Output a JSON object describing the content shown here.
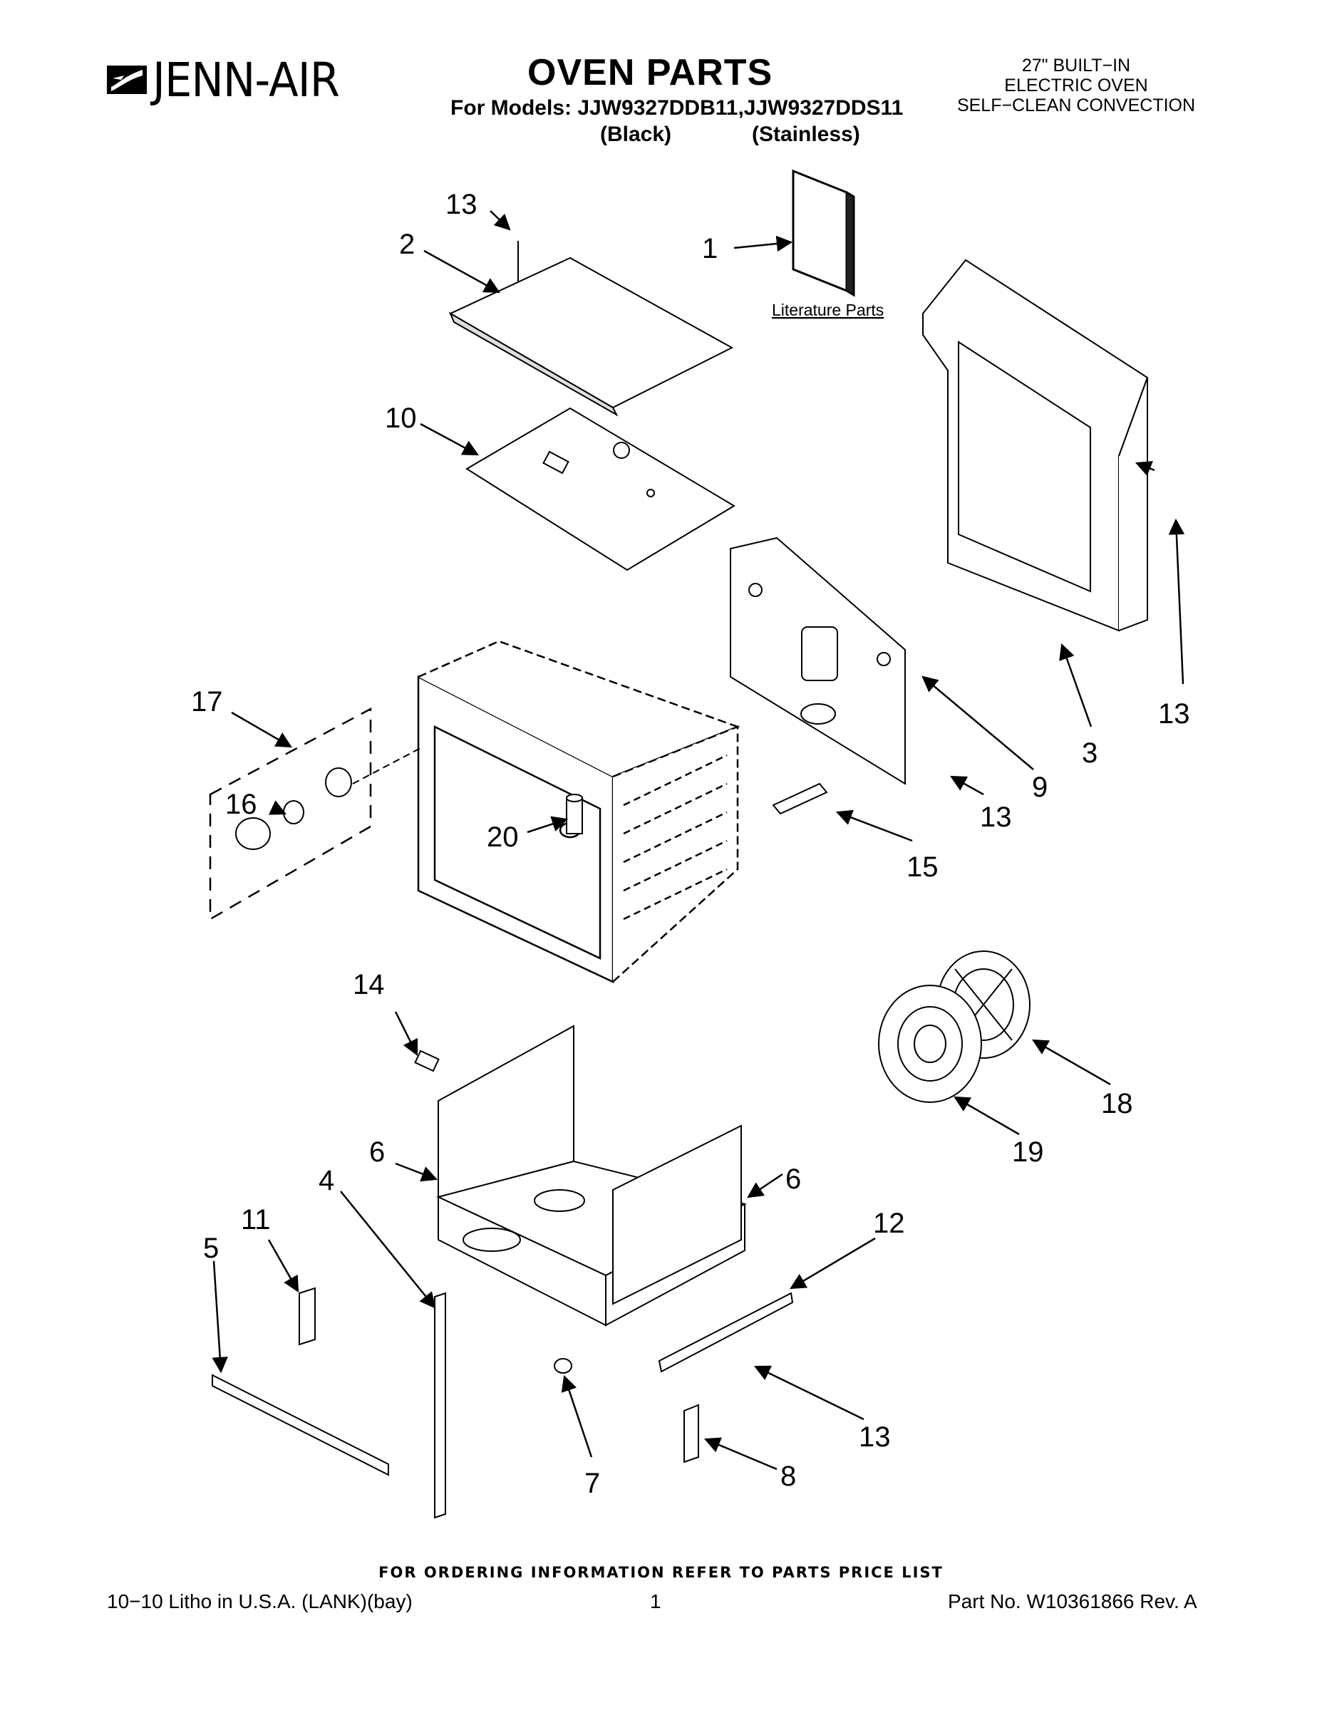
{
  "header": {
    "brand": "JENN-AIR",
    "title": "OVEN PARTS",
    "models_line": "For Models: JJW9327DDB11,JJW9327DDS11",
    "variant_black": "(Black)",
    "variant_stainless": "(Stainless)",
    "product_lines": [
      "27\" BUILT−IN",
      "ELECTRIC OVEN",
      "SELF−CLEAN CONVECTION"
    ]
  },
  "diagram": {
    "literature_label": "Literature Parts",
    "callouts": [
      "1",
      "2",
      "3",
      "4",
      "5",
      "6",
      "6",
      "7",
      "8",
      "9",
      "10",
      "11",
      "12",
      "13",
      "13",
      "13",
      "13",
      "13",
      "14",
      "15",
      "16",
      "17",
      "18",
      "19",
      "20"
    ]
  },
  "footer": {
    "ordering_note": "FOR ORDERING INFORMATION REFER TO PARTS PRICE LIST",
    "litho": "10−10 Litho in U.S.A. (LANK)(bay)",
    "page_number": "1",
    "part_number": "Part No. W10361866 Rev. A"
  }
}
